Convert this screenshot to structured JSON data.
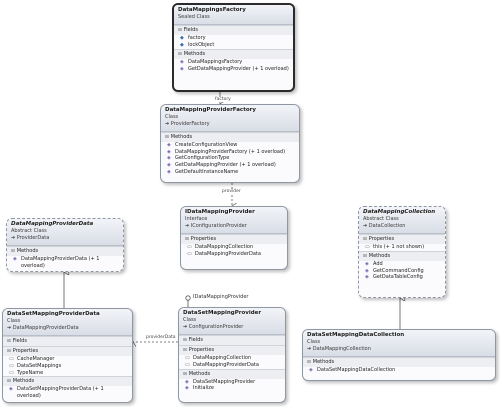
{
  "classes": {
    "factory": {
      "name": "DataMappingsFactory",
      "kind": "Sealed Class",
      "sections": [
        {
          "title": "Fields",
          "items": [
            "factory",
            "lockObject"
          ]
        },
        {
          "title": "Methods",
          "items": [
            "DataMappingsFactory",
            "GetDataMappingProvider (+ 1 overload)"
          ]
        }
      ]
    },
    "provider_factory": {
      "name": "DataMappingProviderFactory",
      "kind": "Class",
      "parent": "ProviderFactory",
      "sections": [
        {
          "title": "Methods",
          "items": [
            "CreateConfigurationView",
            "DataMappingProviderFactory (+ 1 overload)",
            "GetConfigurationType",
            "GetDataMappingProvider (+ 1 overload)",
            "GetDefaultInstanceName"
          ]
        }
      ]
    },
    "idata_provider": {
      "name": "IDataMappingProvider",
      "kind": "Interface",
      "parent": "IConfigurationProvider",
      "sections": [
        {
          "title": "Properties",
          "items": [
            "DataMappingCollection",
            "DataMappingProviderData"
          ]
        }
      ]
    },
    "provider_data": {
      "name": "DataMappingProviderData",
      "kind": "Abstract Class",
      "parent": "ProviderData",
      "sections": [
        {
          "title": "Methods",
          "items": [
            "DataMappingProviderData (+ 1 overload)"
          ]
        }
      ]
    },
    "mapping_collection": {
      "name": "DataMappingCollection",
      "kind": "Abstract Class",
      "parent": "DataCollection",
      "sections": [
        {
          "title": "Properties",
          "items": [
            "this (+ 1 not shown)"
          ]
        },
        {
          "title": "Methods",
          "items": [
            "Add",
            "GetCommandConfig",
            "GetDataTableConfig"
          ]
        }
      ]
    },
    "dataset_provider_data": {
      "name": "DataSetMappingProviderData",
      "kind": "Class",
      "parent": "DataMappingProviderData",
      "sections": [
        {
          "title": "Fields",
          "items": []
        },
        {
          "title": "Properties",
          "items": [
            "CacheManager",
            "DataSetMappings",
            "TypeName"
          ]
        },
        {
          "title": "Methods",
          "items": [
            "DataSetMappingProviderData (+ 1 overload)"
          ]
        }
      ]
    },
    "dataset_provider": {
      "name": "DataSetMappingProvider",
      "kind": "Class",
      "parent": "ConfigurationProvider",
      "sections": [
        {
          "title": "Fields",
          "items": []
        },
        {
          "title": "Properties",
          "items": [
            "DataMappingCollection",
            "DataMappingProviderData"
          ]
        },
        {
          "title": "Methods",
          "items": [
            "DataSetMappingProvider",
            "Initialize"
          ]
        }
      ]
    },
    "dataset_collection": {
      "name": "DataSetMappingDataCollection",
      "kind": "Class",
      "parent": "DataMappingCollection",
      "sections": [
        {
          "title": "Methods",
          "items": [
            "DataSetMappingDataCollection"
          ]
        }
      ]
    }
  },
  "connectors": {
    "factory_link": "factory",
    "provider_link": "provider",
    "provider_data_link": "providerData",
    "lollipop": "IDataMappingProvider"
  }
}
